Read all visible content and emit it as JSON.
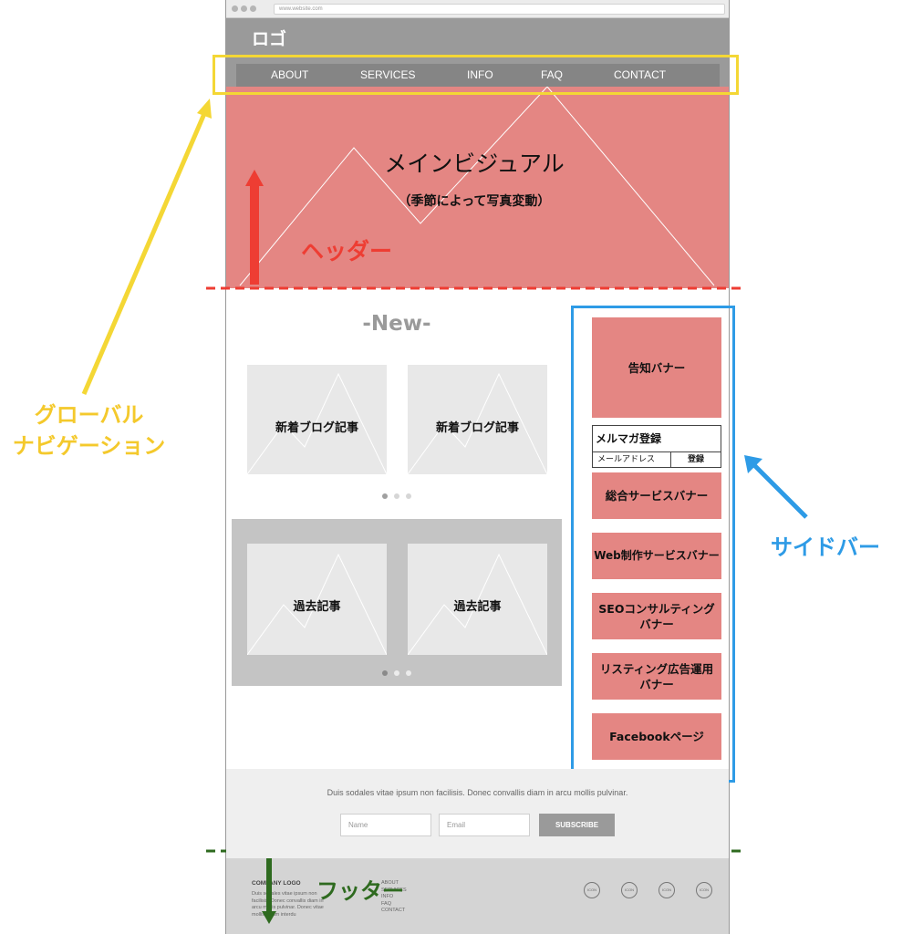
{
  "browser": {
    "url": "www.website.com"
  },
  "header": {
    "logo": "ロゴ"
  },
  "nav": {
    "items": [
      "ABOUT",
      "SERVICES",
      "INFO",
      "FAQ",
      "CONTACT"
    ]
  },
  "hero": {
    "title": "メインビジュアル",
    "subtitle": "（季節によって写真変動）"
  },
  "content": {
    "new_title": "-New-",
    "new_posts": [
      "新着ブログ記事",
      "新着ブログ記事"
    ],
    "past_posts": [
      "過去記事",
      "過去記事"
    ]
  },
  "sidebar": {
    "banner_announce": "告知バナー",
    "mailmag": {
      "title": "メルマガ登録",
      "email_label": "メールアドレス",
      "register_button": "登録"
    },
    "banners": [
      {
        "line1": "総合サービスバナー",
        "line2": ""
      },
      {
        "line1": "Web制作サービスバナー",
        "line2": ""
      },
      {
        "line1": "SEOコンサルティング",
        "line2": "バナー"
      },
      {
        "line1": "リスティング広告運用",
        "line2": "バナー"
      },
      {
        "line1": "Facebookページ",
        "line2": ""
      }
    ]
  },
  "newsletter": {
    "text": "Duis sodales vitae ipsum non facilisis. Donec convallis diam in arcu mollis pulvinar.",
    "name_placeholder": "Name",
    "email_placeholder": "Email",
    "subscribe_label": "SUBSCRIBE"
  },
  "footer": {
    "logo": "COMPANY LOGO",
    "desc_lines": [
      "Duis sodales vitae ipsum non",
      "facilisis. Donec convallis diam in",
      "arcu mollis pulvinar. Donec vitae",
      "mollis ipsum interdu"
    ],
    "links": [
      "ABOUT",
      "SERVICES",
      "INFO",
      "FAQ",
      "CONTACT"
    ],
    "icon_label": "ICON"
  },
  "annotations": {
    "global_nav": [
      "グローバル",
      "ナビゲーション"
    ],
    "header": "ヘッダー",
    "sidebar": "サイドバー",
    "footer": "フッター"
  },
  "colors": {
    "nav_highlight": "#f4d735",
    "header_marker": "#ee3d33",
    "sidebar_highlight": "#2e9be6",
    "footer_marker": "#2e6a1f",
    "banner_fill": "#e48683"
  }
}
